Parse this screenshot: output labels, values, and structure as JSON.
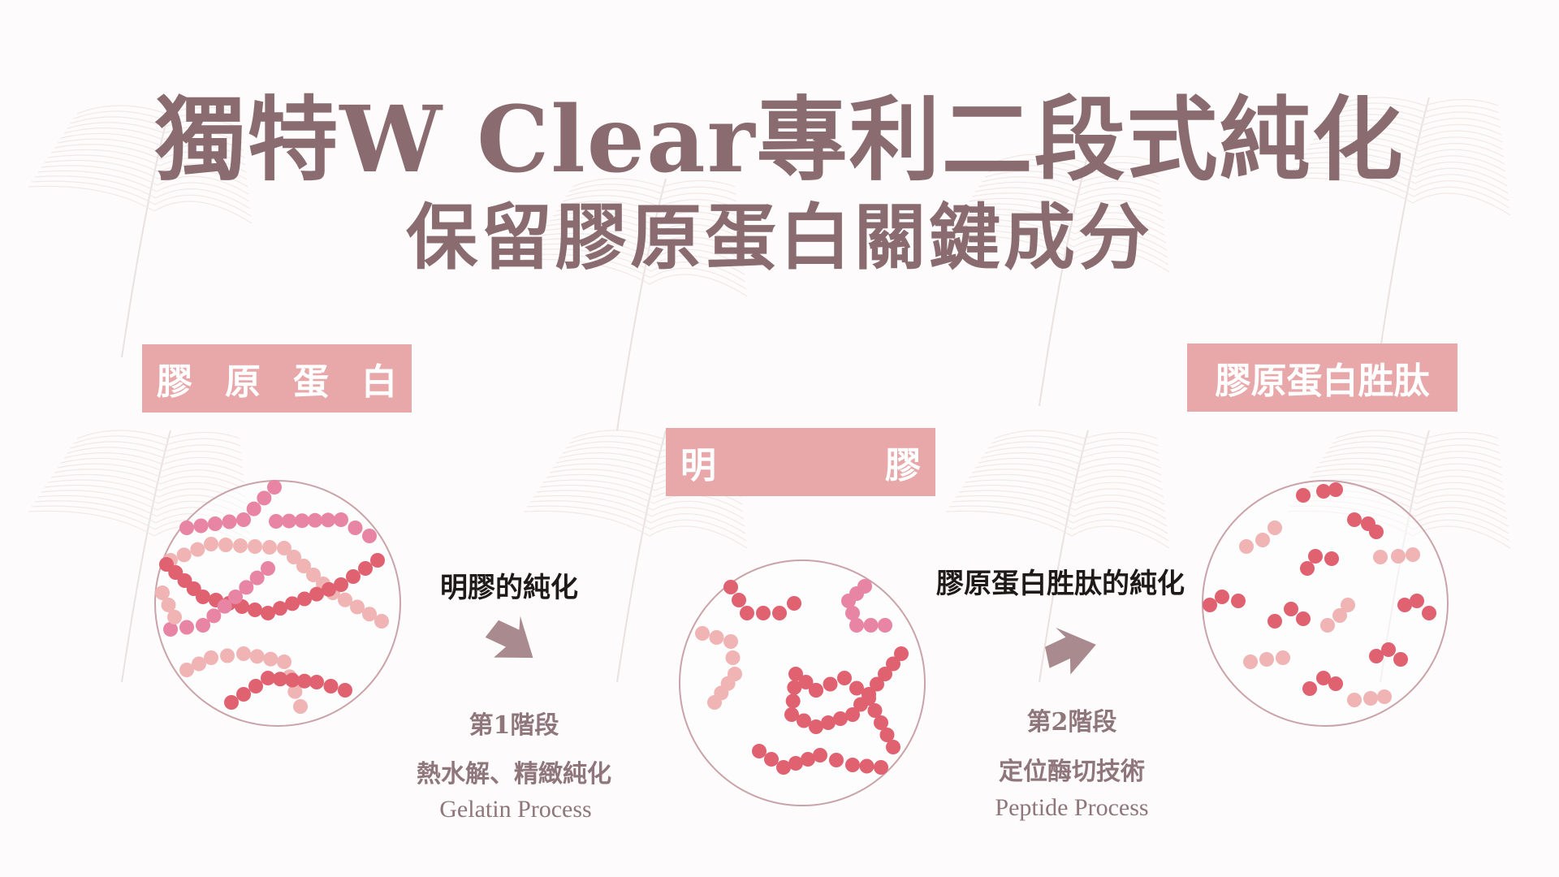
{
  "title": {
    "line1": "獨特W Clear專利二段式純化",
    "line2": "保留膠原蛋白關鍵成分"
  },
  "stages": [
    {
      "label_chars": [
        "膠",
        "原",
        "蛋",
        "白"
      ]
    },
    {
      "label_chars": [
        "明",
        "膠"
      ]
    },
    {
      "label_chars": [
        "膠原蛋白胜肽"
      ]
    }
  ],
  "steps": [
    {
      "title": "明膠的純化",
      "stage": "第1階段",
      "method": "熱水解、精緻純化",
      "process": "Gelatin Process"
    },
    {
      "title": "膠原蛋白胜肽的純化",
      "stage": "第2階段",
      "method": "定位酶切技術",
      "process": "Peptide Process"
    }
  ],
  "colors": {
    "tag": "#e8a8aa",
    "title": "#8a6c70",
    "arrow": "#a88a8f",
    "bead_red": "#e06170",
    "bead_pink": "#e884a4",
    "bead_light": "#f0b4b4"
  }
}
